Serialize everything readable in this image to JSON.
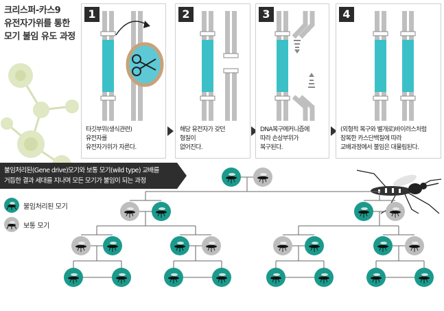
{
  "title": {
    "lines": [
      "크리스퍼-카스9",
      "유전자가위를 통한",
      "모기 불임 유도 과정"
    ]
  },
  "steps": [
    {
      "number": "1",
      "lines": [
        "타깃부위(생식관련)",
        "유전자를",
        "유전자가위가 자른다."
      ]
    },
    {
      "number": "2",
      "lines": [
        "해당 유전자가 갖던",
        "형질이",
        "없어진다."
      ]
    },
    {
      "number": "3",
      "lines": [
        "DNA복구메커니즘에",
        "따라 손상부위가",
        "복구된다."
      ]
    },
    {
      "number": "4",
      "lines": [
        "(외형적 복구와 별개로)바이러스처럼",
        "잠복한 카스단백질에 따라",
        "교배과정에서 불임은 대물림된다."
      ]
    }
  ],
  "banner": {
    "lines": [
      "불임처리된(Gene drive)모기와 보통 모기(wild type) 교배를",
      "거듭한 결과 세대를 지나며 모든 모기가 불임이 되는 과정"
    ]
  },
  "legend": [
    {
      "label": "불임처리된 모기",
      "kind": "sterile"
    },
    {
      "label": "보통 모기",
      "kind": "normal"
    }
  ],
  "colors": {
    "sterile": "#1b9a8c",
    "normal": "#bdbdbd",
    "dna_strand": "#bfbfbf",
    "target_gene": "#3cc0c8",
    "scissors_bg": "#5ec9d6",
    "scissors_ring": "#c8a27a",
    "banner": "#2e2e2e"
  },
  "icons": {
    "mosquito": "mosquito-icon",
    "scissors": "scissors-icon",
    "arrow": "arrow-right-icon"
  },
  "tree": {
    "generation_1": [
      "sterile",
      "normal"
    ],
    "generation_2": [
      "normal",
      "sterile",
      "sterile",
      "normal"
    ],
    "generation_3": [
      "normal",
      "sterile",
      "sterile",
      "normal",
      "normal",
      "sterile",
      "sterile",
      "normal"
    ],
    "generation_4": [
      "sterile",
      "sterile",
      "sterile",
      "sterile",
      "sterile",
      "sterile",
      "sterile",
      "sterile"
    ]
  }
}
